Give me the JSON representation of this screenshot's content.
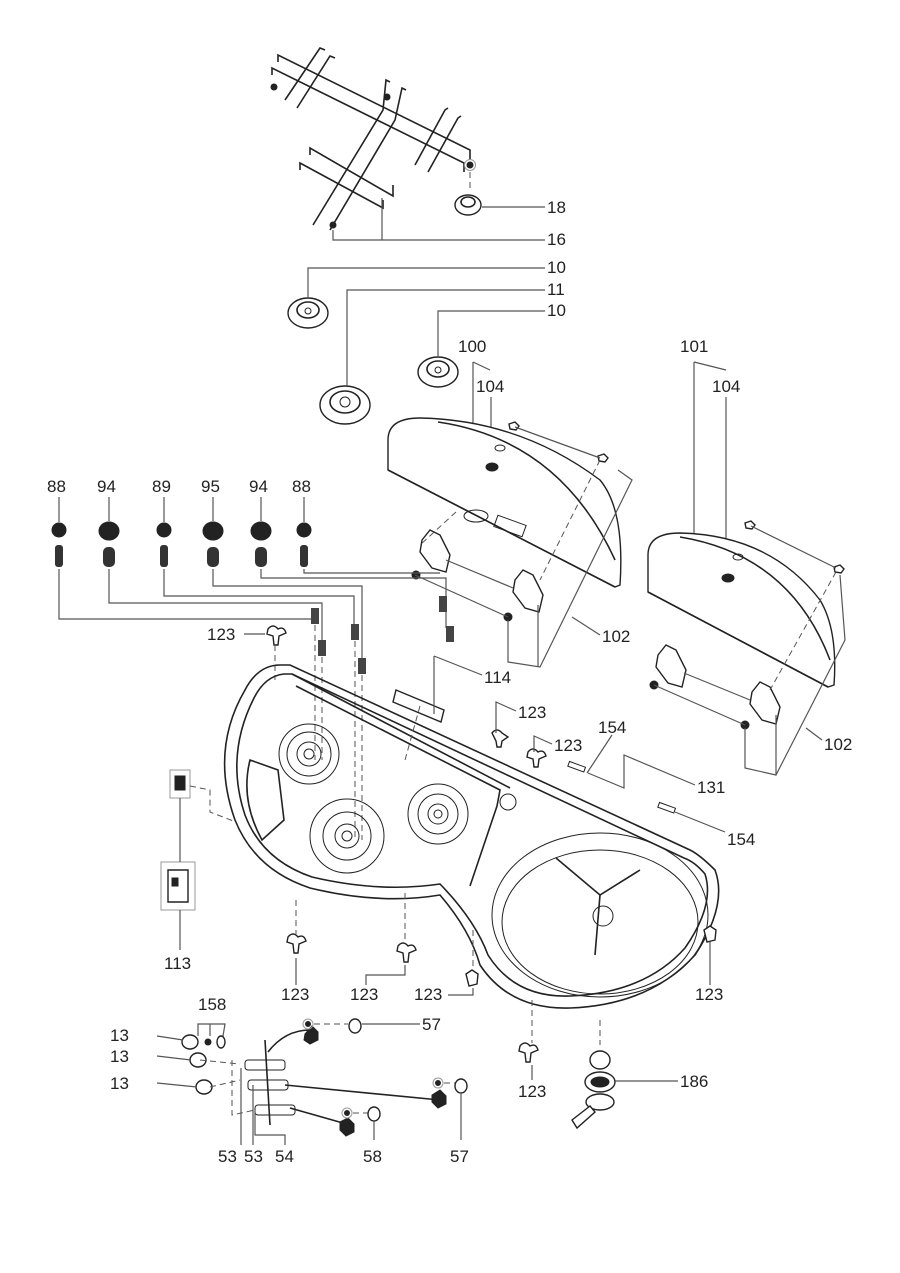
{
  "diagram": {
    "type": "exploded-parts-diagram",
    "subject": "Camping cooker with sink unit (hob + sink, lids, valves)",
    "labels": {
      "grid": "16",
      "grid_foot": "18",
      "burner_cap_small_a": "10",
      "burner_cap_large": "11",
      "burner_cap_small_b": "10",
      "lid_left": "100",
      "lid_left_glass_ring": "104",
      "lid_right": "101",
      "lid_right_glass_ring": "104",
      "hinge_left": "102",
      "hinge_right": "102",
      "injector_1": "88",
      "thermocouple_1": "94",
      "injector_2": "89",
      "thermocouple_2": "95",
      "thermocouple_3": "94",
      "injector_3": "88",
      "screw_top": "123",
      "bracket": "114",
      "screw_mid_a": "123",
      "screw_mid_b": "123",
      "clip_a": "154",
      "clip_bar": "131",
      "clip_b": "154",
      "ignitor": "113",
      "screw_bottom_a": "123",
      "screw_bottom_b": "123",
      "screw_bottom_c": "123",
      "screw_bottom_d": "123",
      "screw_bottom_e": "123",
      "knob_1": "13",
      "knob_2": "13",
      "knob_3": "13",
      "knob_washer": "158",
      "valve_1": "53",
      "valve_2": "53",
      "valve_3": "54",
      "pipe_nut_top": "57",
      "pipe_nut_mid": "57",
      "pipe_nut_low": "58",
      "drain_outlet": "186"
    }
  }
}
